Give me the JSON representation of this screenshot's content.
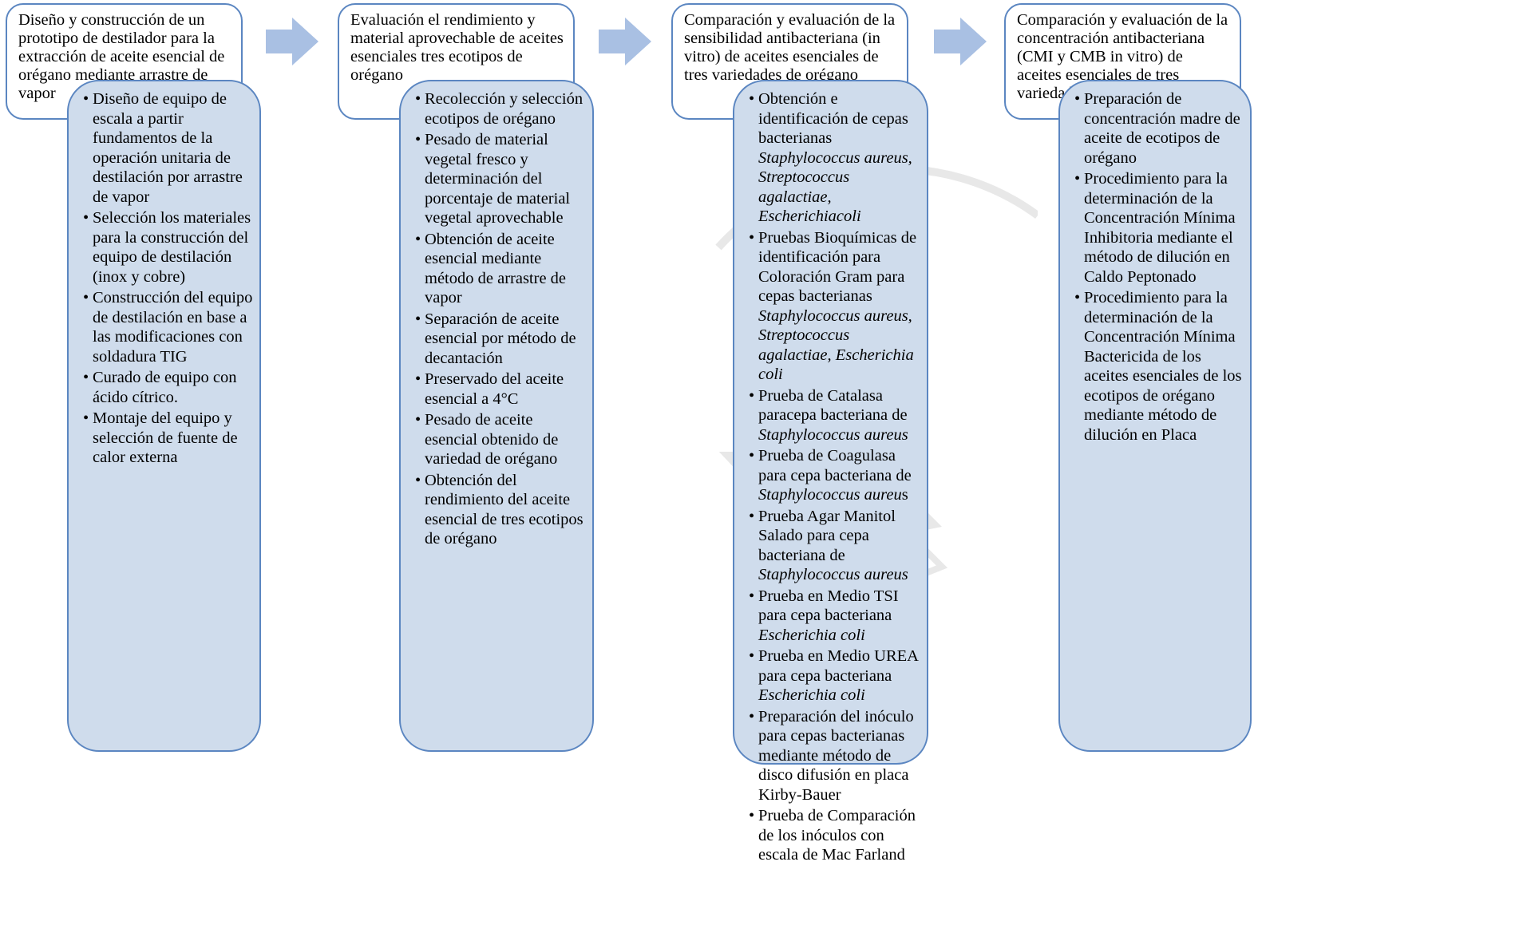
{
  "colors": {
    "box_border": "#5b86c1",
    "detail_fill": "#cfdcec",
    "arrow_fill": "#a9c0e3"
  },
  "stages": [
    {
      "title": "Diseño y construcción de un prototipo de destilador para la extracción de aceite esencial de orégano mediante arrastre de vapor",
      "items": [
        "Diseño de equipo de escala a partir fundamentos de la operación unitaria de destilación por arrastre de vapor",
        "Selección los materiales para la construcción del equipo de destilación (inox y cobre)",
        "Construcción del equipo de destilación en base a las modificaciones con soldadura TIG",
        "Curado de equipo con ácido cítrico.",
        "Montaje del equipo y selección de fuente de calor externa"
      ]
    },
    {
      "title": "Evaluación el rendimiento y material aprovechable de aceites esenciales tres ecotipos de orégano",
      "items": [
        "Recolección y selección ecotipos de orégano",
        "Pesado de material vegetal fresco y determinación del porcentaje de material vegetal aprovechable",
        "Obtención de aceite esencial mediante método de arrastre de vapor",
        "Separación de aceite esencial por método de decantación",
        "Preservado del aceite esencial a 4°C",
        "Pesado de aceite esencial obtenido de variedad de orégano",
        "Obtención del rendimiento del aceite esencial de tres ecotipos de orégano"
      ]
    },
    {
      "title": "Comparación y evaluación de la sensibilidad antibacteriana (in vitro) de aceites esenciales de tres variedades de orégano",
      "items": [
        {
          "text": "Obtención e identificación de cepas bacterianas",
          "italic": "Staphylococcus aureus, Streptococcus agalactiae, Escherichiacoli"
        },
        {
          "text": "Pruebas Bioquímicas de identificación para Coloración Gram para cepas bacterianas",
          "italic": "Staphylococcus aureus, Streptococcus agalactiae, Escherichia coli"
        },
        {
          "text": "Prueba de Catalasa paracepa bacteriana de",
          "italic": "Staphylococcus aureus"
        },
        {
          "text": "Prueba de Coagulasa para cepa bacteriana de",
          "italic": "Staphylococcus aureu",
          "tail": "s"
        },
        {
          "text": "Prueba Agar Manitol Salado para cepa bacteriana de",
          "italic": "Staphylococcus aureus"
        },
        {
          "text": "Prueba en Medio TSI para cepa bacteriana",
          "italic": "Escherichia coli"
        },
        {
          "text": "Prueba en Medio UREA para cepa bacteriana",
          "italic": "Escherichia coli"
        },
        {
          "text": "Preparación del inóculo para cepas bacterianas mediante método de disco difusión en placa Kirby-Bauer"
        },
        {
          "text": "Prueba de Comparación de los inóculos con escala de Mac Farland"
        }
      ]
    },
    {
      "title": "Comparación y evaluación de la concentración antibacteriana (CMI y CMB in vitro) de aceites esenciales de tres variedades de orégano",
      "items": [
        "Preparación de concentración madre de aceite de ecotipos de orégano",
        "Procedimiento para la determinación de la Concentración Mínima Inhibitoria mediante el método de dilución en Caldo Peptonado",
        "Procedimiento para la determinación de la Concentración Mínima Bactericida de los aceites esenciales de los ecotipos de orégano mediante método de dilución en Placa"
      ]
    }
  ]
}
